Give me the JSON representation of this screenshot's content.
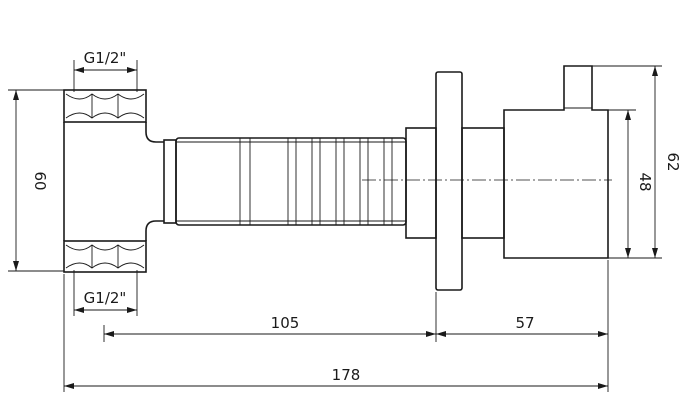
{
  "drawing": {
    "thread_top": "G1/2\"",
    "thread_bottom": "G1/2\"",
    "dim_height_left": "60",
    "dim_inner_right": "48",
    "dim_outer_right": "62",
    "dim_length_body": "105",
    "dim_length_head": "57",
    "dim_total_length": "178"
  }
}
